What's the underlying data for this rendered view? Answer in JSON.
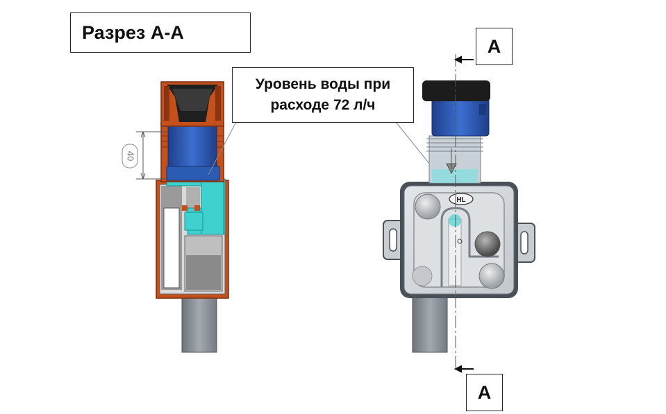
{
  "title": "Разрез А-А",
  "callout": {
    "line1": "Уровень воды при",
    "line2": "расходе 72 л/ч"
  },
  "section_marker_top": "A",
  "section_marker_bottom": "A",
  "dimension_label": "40",
  "logo_text": "HL",
  "colors": {
    "housing_orange": "#c4501c",
    "insert_blue": "#2f5fb8",
    "water_cyan": "#3fd0d0",
    "body_gray": "#cfd3d8",
    "outline_dark": "#4a5058",
    "cap_black": "#1c1c1c",
    "pipe_gray": "#8f969e"
  }
}
